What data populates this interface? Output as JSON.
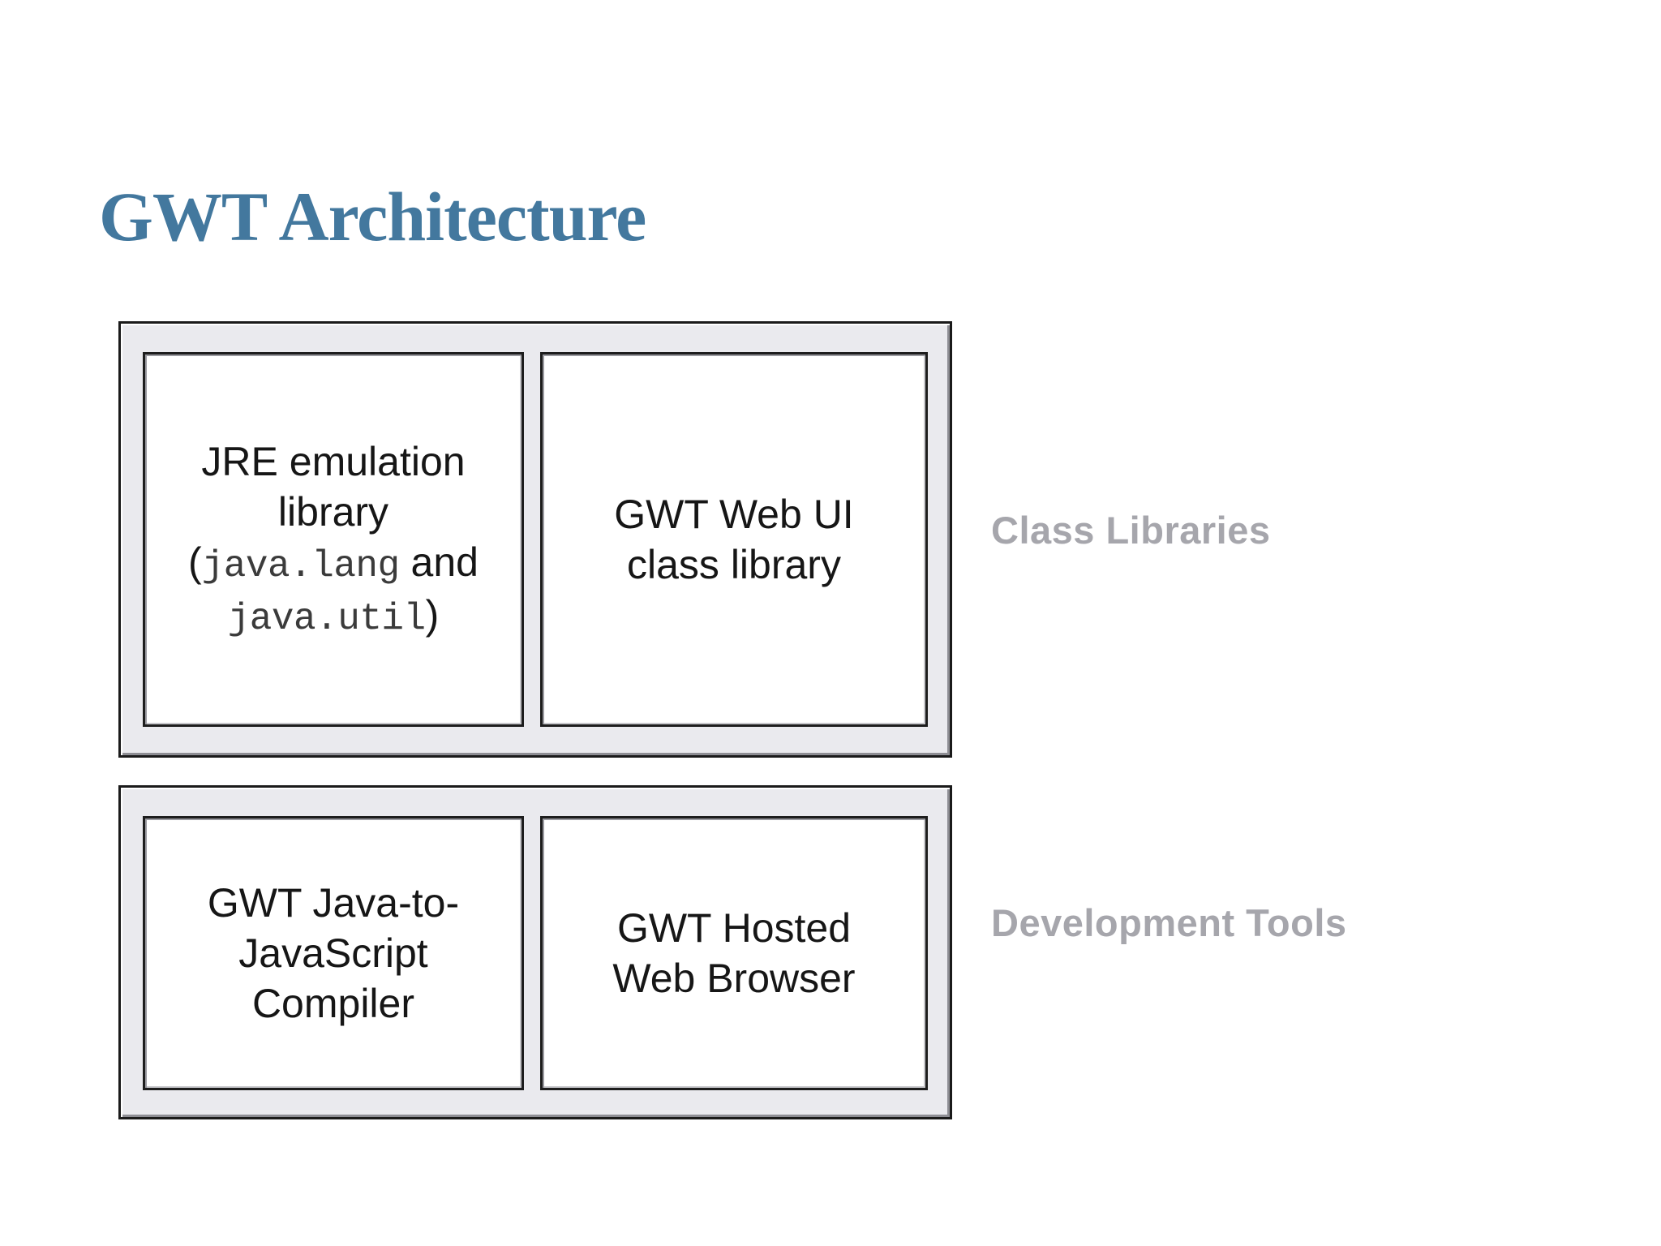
{
  "slide": {
    "title": "GWT Architecture",
    "title_color": "#43789e",
    "background_color": "#ffffff"
  },
  "diagram": {
    "type": "block-diagram",
    "band_fill_color": "#eaeaee",
    "card_fill_color": "#ffffff",
    "group_label_color": "#a6a6ac",
    "groups": [
      {
        "label": "Class Libraries",
        "cards": [
          {
            "name": "jre-emulation-library",
            "line1": "JRE emulation",
            "line2": "library",
            "line3_open_paren": "(",
            "line3_mono": "java.lang",
            "line3_and": " and",
            "line4_mono": "java.util",
            "line4_close_paren": ")"
          },
          {
            "name": "gwt-web-ui-class-library",
            "line1": "GWT Web UI",
            "line2": "class library"
          }
        ]
      },
      {
        "label": "Development Tools",
        "cards": [
          {
            "name": "gwt-java-to-javascript-compiler",
            "line1": "GWT Java-to-",
            "line2": "JavaScript",
            "line3": "Compiler"
          },
          {
            "name": "gwt-hosted-web-browser",
            "line1": "GWT Hosted",
            "line2": "Web Browser"
          }
        ]
      }
    ]
  }
}
